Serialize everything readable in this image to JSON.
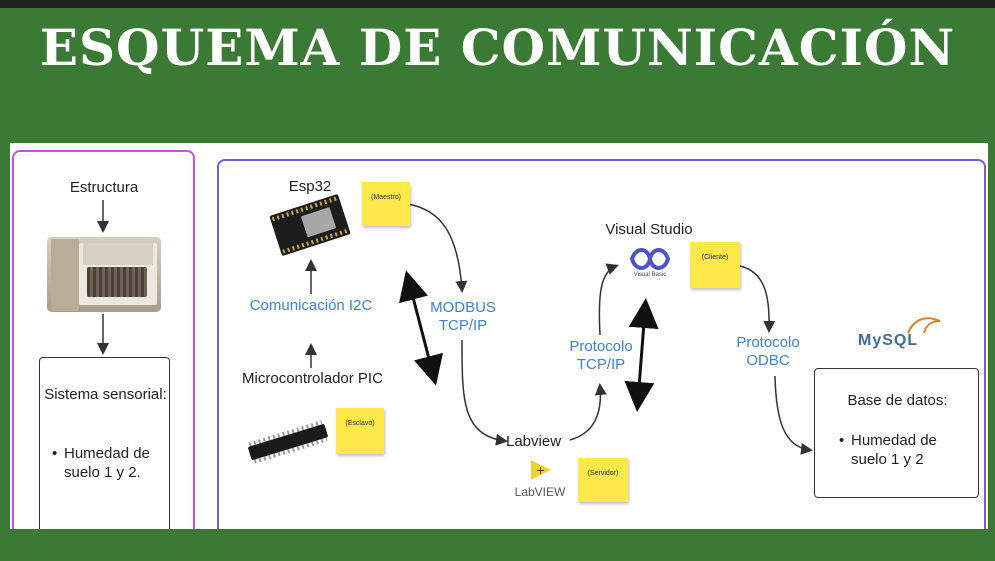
{
  "slide": {
    "title": "ESQUEMA DE COMUNICACIÓN"
  },
  "left_panel": {
    "estructura": "Estructura",
    "sensor_box": {
      "title": "Sistema sensorial:",
      "bullet": "Humedad de suelo 1 y 2."
    }
  },
  "right_panel": {
    "esp32": "Esp32",
    "maestro_note": "(Maestro)",
    "comunicacion_i2c": "Comunicación I2C",
    "microcontrolador": "Microcontrolador PIC",
    "esclavo_note": "(Esclavo)",
    "modbus": "MODBUS TCP/IP",
    "labview": "Labview",
    "labview_logo_text": "LabVIEW",
    "servidor_note": "(Servidor)",
    "protocolo_tcp": "Protocolo TCP/IP",
    "visual_studio": "Visual Studio",
    "visual_basic_logo_text": "Visual Basic",
    "cliente_note": "(Cliente)",
    "protocolo_odbc": "Protocolo ODBC",
    "mysql_logo_text": "MySQL",
    "db_box": {
      "title": "Base de datos:",
      "bullet": "Humedad de suelo 1 y 2"
    }
  },
  "colors": {
    "green": "#3b7a35",
    "blue_label": "#3b84d6",
    "note_yellow": "#ffe84a",
    "left_border": "#c254d9",
    "right_border": "#7b5ad6"
  }
}
